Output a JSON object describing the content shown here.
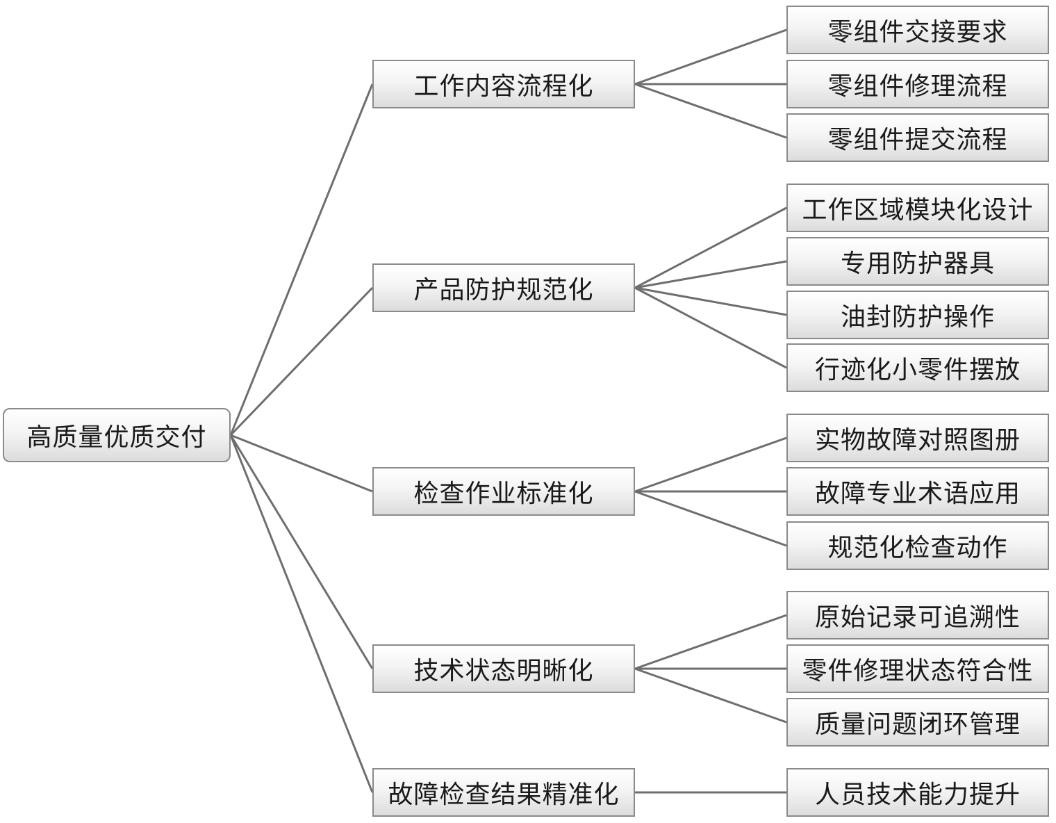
{
  "diagram": {
    "root": {
      "label": "高质量优质交付"
    },
    "branches": [
      {
        "label": "工作内容流程化",
        "leaves": [
          "零组件交接要求",
          "零组件修理流程",
          "零组件提交流程"
        ]
      },
      {
        "label": "产品防护规范化",
        "leaves": [
          "工作区域模块化设计",
          "专用防护器具",
          "油封防护操作",
          "行迹化小零件摆放"
        ]
      },
      {
        "label": "检查作业标准化",
        "leaves": [
          "实物故障对照图册",
          "故障专业术语应用",
          "规范化检查动作"
        ]
      },
      {
        "label": "技术状态明晰化",
        "leaves": [
          "原始记录可追溯性",
          "零件修理状态符合性",
          "质量问题闭环管理"
        ]
      },
      {
        "label": "故障检查结果精准化",
        "leaves": [
          "人员技术能力提升"
        ]
      }
    ],
    "colors": {
      "line": "#6e6e6e",
      "border": "#8a8a8a",
      "text": "#1a1a1a"
    }
  }
}
